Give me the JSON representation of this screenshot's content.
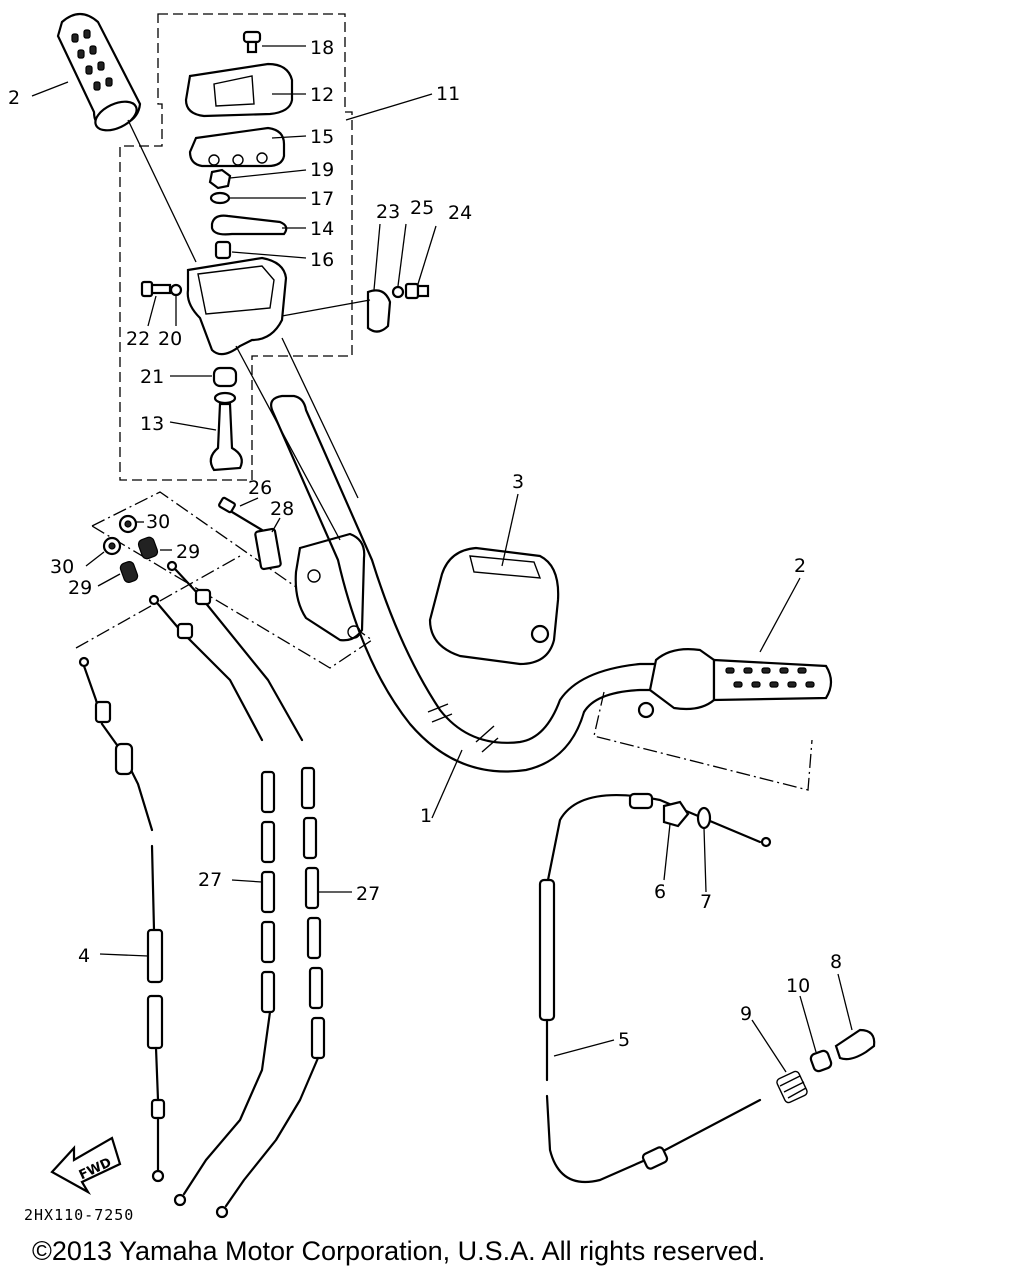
{
  "diagram": {
    "code": "2HX110-7250",
    "copyright": "©2013 Yamaha Motor Corporation, U.S.A. All rights reserved.",
    "fwd_label": "FWD",
    "callouts": [
      {
        "id": "c2a",
        "label": "2"
      },
      {
        "id": "c18",
        "label": "18"
      },
      {
        "id": "c12",
        "label": "12"
      },
      {
        "id": "c11",
        "label": "11"
      },
      {
        "id": "c15",
        "label": "15"
      },
      {
        "id": "c19",
        "label": "19"
      },
      {
        "id": "c17",
        "label": "17"
      },
      {
        "id": "c14",
        "label": "14"
      },
      {
        "id": "c16",
        "label": "16"
      },
      {
        "id": "c23",
        "label": "23"
      },
      {
        "id": "c25",
        "label": "25"
      },
      {
        "id": "c24",
        "label": "24"
      },
      {
        "id": "c22",
        "label": "22"
      },
      {
        "id": "c20",
        "label": "20"
      },
      {
        "id": "c21",
        "label": "21"
      },
      {
        "id": "c13",
        "label": "13"
      },
      {
        "id": "c26",
        "label": "26"
      },
      {
        "id": "c28",
        "label": "28"
      },
      {
        "id": "c30a",
        "label": "30"
      },
      {
        "id": "c30b",
        "label": "30"
      },
      {
        "id": "c29a",
        "label": "29"
      },
      {
        "id": "c29b",
        "label": "29"
      },
      {
        "id": "c3",
        "label": "3"
      },
      {
        "id": "c2b",
        "label": "2"
      },
      {
        "id": "c1",
        "label": "1"
      },
      {
        "id": "c6",
        "label": "6"
      },
      {
        "id": "c7",
        "label": "7"
      },
      {
        "id": "c27a",
        "label": "27"
      },
      {
        "id": "c27b",
        "label": "27"
      },
      {
        "id": "c4",
        "label": "4"
      },
      {
        "id": "c8",
        "label": "8"
      },
      {
        "id": "c10",
        "label": "10"
      },
      {
        "id": "c9",
        "label": "9"
      },
      {
        "id": "c5",
        "label": "5"
      }
    ]
  }
}
